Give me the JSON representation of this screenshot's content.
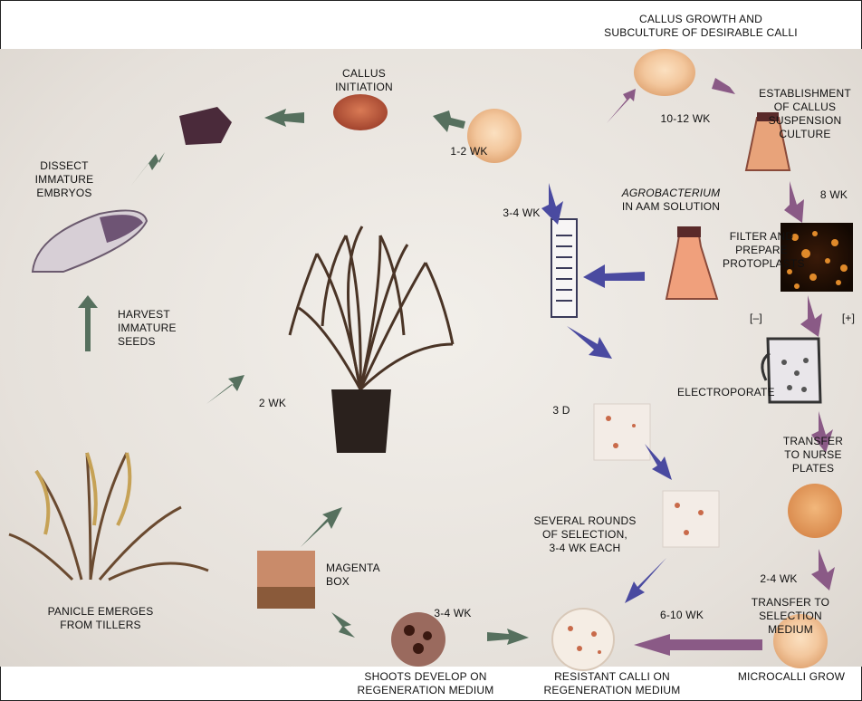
{
  "header": {
    "callus_growth": "CALLUS GROWTH AND\nSUBCULTURE OF DESIRABLE CALLI"
  },
  "labels": {
    "callus_initiation": "CALLUS\nINITIATION",
    "wk_1_2": "1-2 WK",
    "wk_10_12": "10-12 WK",
    "establishment": "ESTABLISHMENT\nOF CALLUS\nSUSPENSION\nCULTURE",
    "dissect": "DISSECT\nIMMATURE\nEMBRYOS",
    "wk_3_4_top": "3-4 WK",
    "agrobacterium": "AGROBACTERIUM",
    "aam_solution": "IN AAM SOLUTION",
    "wk_8": "8 WK",
    "filter": "FILTER AND\nPREPARE\nPROTOPLASTS",
    "harvest": "HARVEST\nIMMATURE\nSEEDS",
    "neg": "[–]",
    "pos": "[+]",
    "wk_2": "2 WK",
    "d_3": "3 D",
    "electroporate": "ELECTROPORATE",
    "transfer_nurse": "TRANSFER\nTO NURSE\nPLATES",
    "several_rounds": "SEVERAL ROUNDS\nOF SELECTION,\n3-4 WK EACH",
    "magenta_box": "MAGENTA\nBOX",
    "wk_2_4": "2-4 WK",
    "panicle": "PANICLE EMERGES\nFROM TILLERS",
    "transfer_selection": "TRANSFER TO\nSELECTION\nMEDIUM",
    "wk_3_4_bottom": "3-4 WK",
    "wk_6_10": "6-10 WK"
  },
  "footer": {
    "shoots": "SHOOTS DEVELOP ON\nREGENERATION MEDIUM",
    "resistant": "RESISTANT CALLI ON\nREGENERATION MEDIUM",
    "microcalli": "MICROCALLI GROW"
  },
  "colors": {
    "arrow_green": "#56705e",
    "arrow_purple": "#8a5a86",
    "arrow_blue": "#4a4aa0",
    "callus_peach": "#f0c39a",
    "dish_red": "#b8543a"
  }
}
